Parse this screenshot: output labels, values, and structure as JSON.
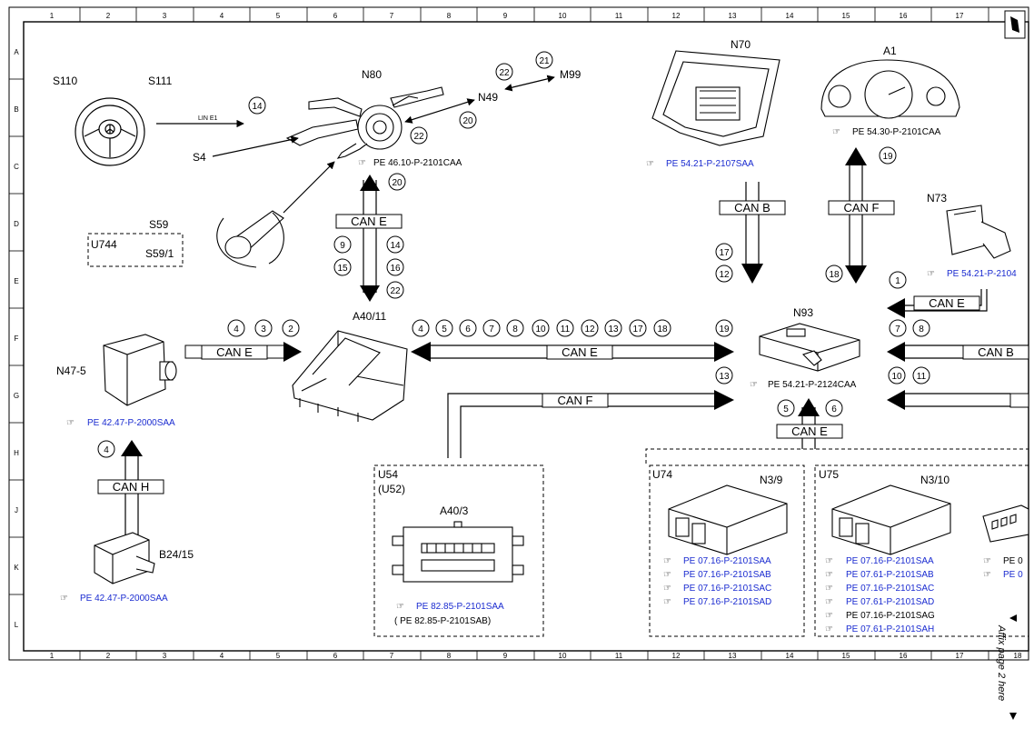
{
  "grid": {
    "columns": [
      "1",
      "2",
      "3",
      "4",
      "5",
      "6",
      "7",
      "8",
      "9",
      "10",
      "11",
      "12",
      "13",
      "14",
      "15",
      "16",
      "17",
      "18"
    ],
    "rows": [
      "A",
      "B",
      "C",
      "D",
      "E",
      "F",
      "G",
      "H",
      "J",
      "K",
      "L"
    ]
  },
  "components": {
    "S110": "S110",
    "S111": "S111",
    "N80": "N80",
    "S4": "S4",
    "N49": "N49",
    "M99": "M99",
    "N70": "N70",
    "A1": "A1",
    "N73": "N73",
    "S59": "S59",
    "U744": "U744",
    "S59_1": "S59/1",
    "A40_11": "A40/11",
    "N47_5": "N47-5",
    "N93": "N93",
    "B24_15": "B24/15",
    "U54": "U54",
    "U52": "(U52)",
    "A40_3": "A40/3",
    "U74": "U74",
    "N3_9": "N3/9",
    "U75": "U75",
    "N3_10": "N3/10"
  },
  "bus_labels": {
    "lin_e1": "LIN E1",
    "can_e_vertical": "CAN E",
    "can_b_n70": "CAN B",
    "can_f_a1": "CAN F",
    "can_e_n73": "CAN E",
    "can_e_n47": "CAN E",
    "can_e_main": "CAN E",
    "can_b_right": "CAN B",
    "can_f_u54": "CAN F",
    "can_e_n93": "CAN E",
    "can_h": "CAN H"
  },
  "circled_numbers": {
    "n14_lin": "14",
    "n22_top": "22",
    "n21_top": "21",
    "n20_n49": "20",
    "n22_n80": "22",
    "n20_s59": "20",
    "n9": "9",
    "n14_can": "14",
    "n15": "15",
    "n16": "16",
    "n22_can": "22",
    "n19_a1": "19",
    "n17_canb": "17",
    "n12_canb": "12",
    "n18_canf": "18",
    "n1": "1",
    "n4_n47": "4",
    "n3_n47": "3",
    "n2_n47": "2",
    "n4_main": "4",
    "n5_main": "5",
    "n6_main": "6",
    "n7_main": "7",
    "n8_main": "8",
    "n10_main": "10",
    "n11_main": "11",
    "n12_main": "12",
    "n13_main": "13",
    "n17_main": "17",
    "n18_main": "18",
    "n19_main": "19",
    "n13_canf": "13",
    "n7_right": "7",
    "n8_right": "8",
    "n10_right": "10",
    "n11_right": "11",
    "n5_n93": "5",
    "n6_n93": "6",
    "n4_canh": "4"
  },
  "refs": {
    "n80": "PE 46.10-P-2101CAA",
    "n70": "PE 54.21-P-2107SAA",
    "a1": "PE 54.30-P-2101CAA",
    "n73": "PE 54.21-P-2104",
    "n93": "PE 54.21-P-2124CAA",
    "n47_5": "PE 42.47-P-2000SAA",
    "b24_15": "PE 42.47-P-2000SAA",
    "a40_3_a": "PE 82.85-P-2101SAA",
    "a40_3_b": "( PE 82.85-P-2101SAB)",
    "u74": [
      "PE 07.16-P-2101SAA",
      "PE 07.16-P-2101SAB",
      "PE 07.16-P-2101SAC",
      "PE 07.16-P-2101SAD"
    ],
    "u75": [
      "PE 07.16-P-2101SAA",
      "PE 07.61-P-2101SAB",
      "PE 07.16-P-2101SAC",
      "PE 07.61-P-2101SAD",
      "PE 07.16-P-2101SAG",
      "PE 07.61-P-2101SAH"
    ],
    "cut1": "PE 0",
    "cut2": "PE 0"
  },
  "affix_note": "Affix page 2 here",
  "colors": {
    "link_blue": "#1a2bd0",
    "ink": "#000000"
  }
}
